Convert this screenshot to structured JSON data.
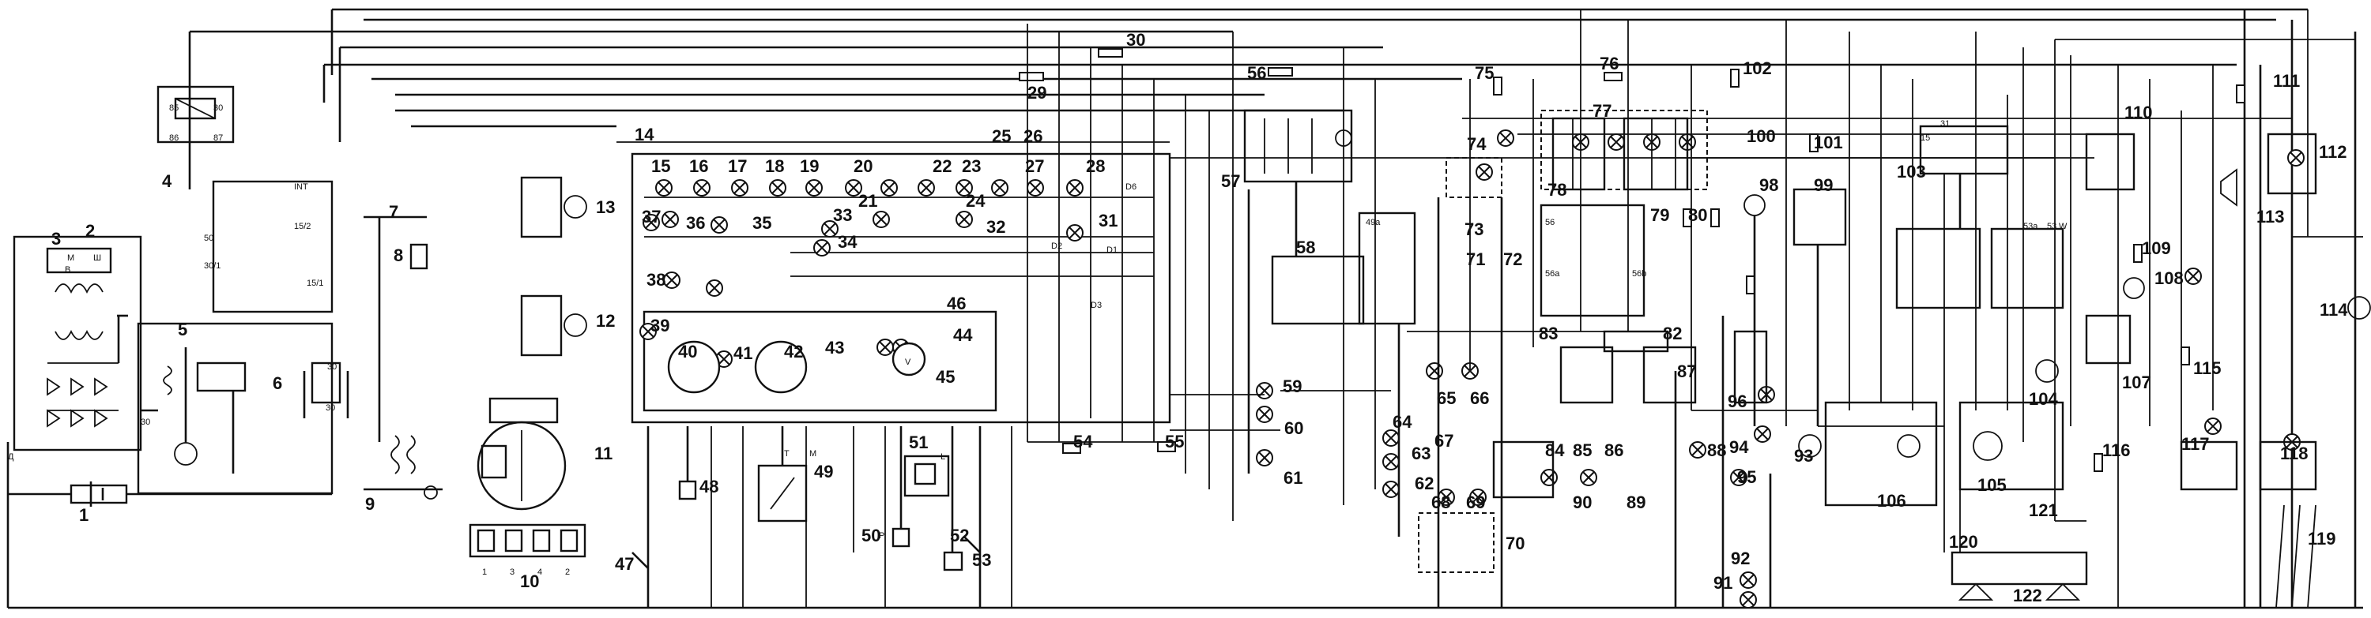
{
  "labels": {
    "n1": "1",
    "n2": "2",
    "n3": "3",
    "n4": "4",
    "n5": "5",
    "n6": "6",
    "n7": "7",
    "n8": "8",
    "n9": "9",
    "n10": "10",
    "n11": "11",
    "n12": "12",
    "n13": "13",
    "n14": "14",
    "n15": "15",
    "n16": "16",
    "n17": "17",
    "n18": "18",
    "n19": "19",
    "n20": "20",
    "n21": "21",
    "n22": "22",
    "n23": "23",
    "n24": "24",
    "n25": "25",
    "n26": "26",
    "n27": "27",
    "n28": "28",
    "n29": "29",
    "n30": "30",
    "n31": "31",
    "n32": "32",
    "n33": "33",
    "n34": "34",
    "n35": "35",
    "n36": "36",
    "n37": "37",
    "n38": "38",
    "n39": "39",
    "n40": "40",
    "n41": "41",
    "n42": "42",
    "n43": "43",
    "n44": "44",
    "n45": "45",
    "n46": "46",
    "n47": "47",
    "n48": "48",
    "n49": "49",
    "n50": "50",
    "n51": "51",
    "n52": "52",
    "n53": "53",
    "n54": "54",
    "n55": "55",
    "n56": "56",
    "n57": "57",
    "n58": "58",
    "n59": "59",
    "n60": "60",
    "n61": "61",
    "n62": "62",
    "n63": "63",
    "n64": "64",
    "n65": "65",
    "n66": "66",
    "n67": "67",
    "n68": "68",
    "n69": "69",
    "n70": "70",
    "n71": "71",
    "n72": "72",
    "n73": "73",
    "n74": "74",
    "n75": "75",
    "n76": "76",
    "n77": "77",
    "n78": "78",
    "n79": "79",
    "n80": "80",
    "n82": "82",
    "n83": "83",
    "n84": "84",
    "n85": "85",
    "n86": "86",
    "n87": "87",
    "n88": "88",
    "n89": "89",
    "n90": "90",
    "n91": "91",
    "n92": "92",
    "n93": "93",
    "n94": "94",
    "n95": "95",
    "n96": "96",
    "n98": "98",
    "n99": "99",
    "n100": "100",
    "n101": "101",
    "n102": "102",
    "n103": "103",
    "n104": "104",
    "n105": "105",
    "n106": "106",
    "n107": "107",
    "n108": "108",
    "n109": "109",
    "n110": "110",
    "n111": "111",
    "n112": "112",
    "n113": "113",
    "n114": "114",
    "n115": "115",
    "n116": "116",
    "n117": "117",
    "n118": "118",
    "n119": "119",
    "n120": "120",
    "n121": "121",
    "n122": "122"
  },
  "pins": {
    "p30": "30",
    "p85": "85",
    "p86": "86",
    "p87": "87",
    "p50": "50",
    "p30_1": "30/1",
    "p15_1": "15/1",
    "pINT": "INT",
    "p15_2": "15/2",
    "p56": "56",
    "p56a": "56a",
    "p56b": "56b",
    "p49a": "49a",
    "p15": "15",
    "p31": "31",
    "p53": "53",
    "p53a": "53a",
    "pW": "W",
    "pD": "Д",
    "pM": "M",
    "pSh": "Ш",
    "pB": "B",
    "pV": "V",
    "pT": "T",
    "pL": "L",
    "pP": "P",
    "pD6": "D6",
    "pD1": "D1",
    "pD2": "D2",
    "pD3": "D3"
  },
  "coil_pins": {
    "c1": "1",
    "c3": "3",
    "c4": "4",
    "c2": "2"
  }
}
